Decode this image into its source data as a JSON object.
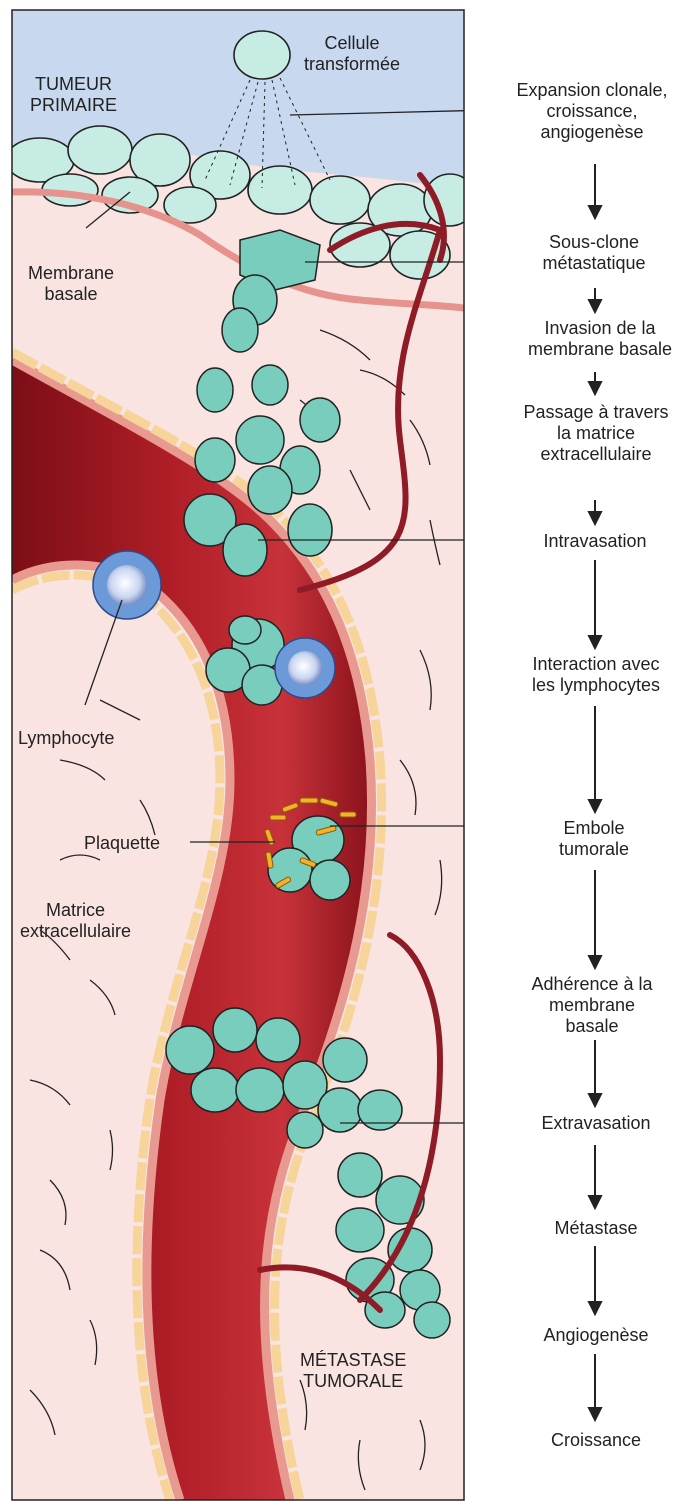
{
  "labels": {
    "cellule": [
      "Cellule",
      "transformée"
    ],
    "tumeur": [
      "TUMEUR",
      "PRIMAIRE"
    ],
    "membrane": [
      "Membrane",
      "basale"
    ],
    "lymphocyte": "Lymphocyte",
    "plaquette": "Plaquette",
    "matrice": [
      "Matrice",
      "extracellulaire"
    ],
    "metastase": [
      "MÉTASTASE",
      "TUMORALE"
    ]
  },
  "steps": [
    [
      "Expansion clonale,",
      "croissance,",
      "angiogenèse"
    ],
    [
      "Sous-clone",
      "métastatique"
    ],
    [
      "Invasion de la",
      "membrane basale"
    ],
    [
      "Passage à travers",
      "la matrice",
      "extracellulaire"
    ],
    [
      "Intravasation"
    ],
    [
      "Interaction avec",
      "les lymphocytes"
    ],
    [
      "Embole",
      "tumorale"
    ],
    [
      "Adhérence à la",
      "membrane",
      "basale"
    ],
    [
      "Extravasation"
    ],
    [
      "Métastase"
    ],
    [
      "Angiogenèse"
    ],
    [
      "Croissance"
    ]
  ],
  "colors": {
    "tumor_bg": "#c8d9ef",
    "tissue": "#f9e4e2",
    "vessel": "#b01e27",
    "vessel_dark": "#7c0e16",
    "vessel_wall": "#e89a90",
    "endothelium": "#f6d49a",
    "cell": "#79cdbc",
    "cell_nucleus": "#3d9e8a",
    "lymphocyte": "#6c9ad8",
    "platelet": "#f2b32a",
    "capillary": "#8e1b25"
  }
}
